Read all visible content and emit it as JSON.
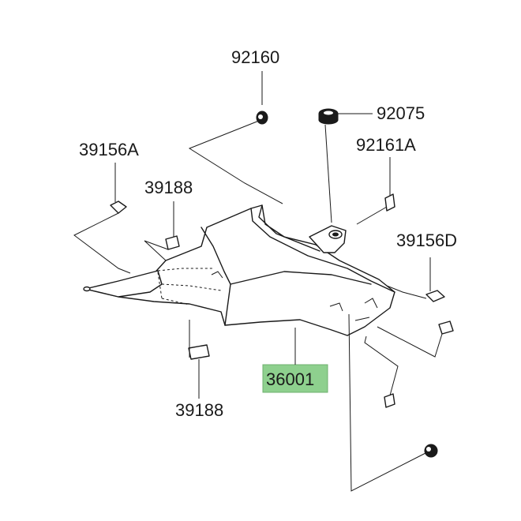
{
  "diagram": {
    "highlight_color": "#8ed08e",
    "part_numbers": {
      "p92160": "92160",
      "p92075": "92075",
      "p39156A": "39156A",
      "p92161A": "92161A",
      "p39188_top": "39188",
      "p39156D": "39156D",
      "p36001": "36001",
      "p39188_bottom": "39188"
    }
  }
}
